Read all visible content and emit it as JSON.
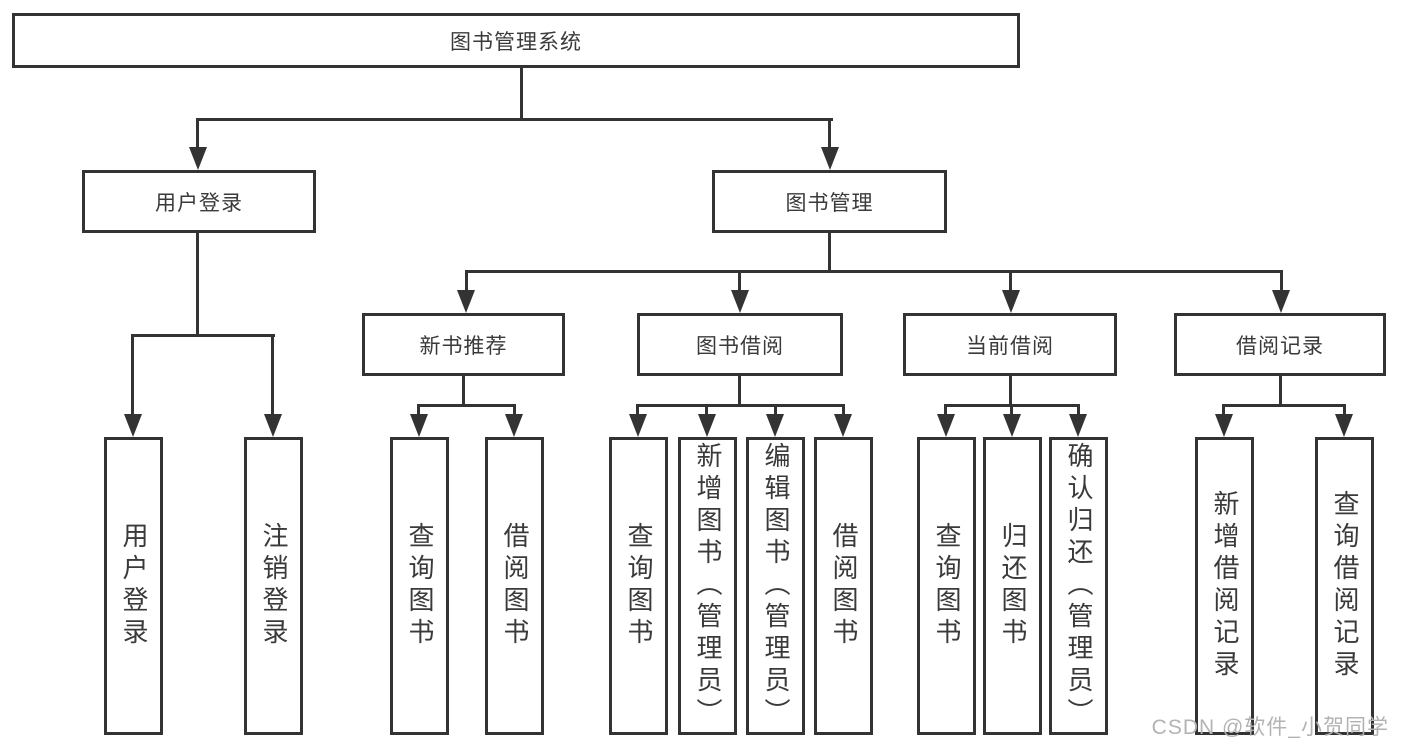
{
  "tree": {
    "label": "图书管理系统",
    "children": [
      {
        "label": "用户登录",
        "children": [
          {
            "label": "用户登录"
          },
          {
            "label": "注销登录"
          }
        ]
      },
      {
        "label": "图书管理",
        "children": [
          {
            "label": "新书推荐",
            "children": [
              {
                "label": "查询图书"
              },
              {
                "label": "借阅图书"
              }
            ]
          },
          {
            "label": "图书借阅",
            "children": [
              {
                "label": "查询图书"
              },
              {
                "label": "新增图书（管理员）"
              },
              {
                "label": "编辑图书（管理员）"
              },
              {
                "label": "借阅图书"
              }
            ]
          },
          {
            "label": "当前借阅",
            "children": [
              {
                "label": "查询图书"
              },
              {
                "label": "归还图书"
              },
              {
                "label": "确认归还（管理员）"
              }
            ]
          },
          {
            "label": "借阅记录",
            "children": [
              {
                "label": "新增借阅记录"
              },
              {
                "label": "查询借阅记录"
              }
            ]
          }
        ]
      }
    ]
  },
  "watermark": "CSDN @软件_小贺同学",
  "colors": {
    "line": "#333333",
    "text": "#3a3a3a",
    "background": "#ffffff",
    "watermark": "#b3b3b3"
  }
}
